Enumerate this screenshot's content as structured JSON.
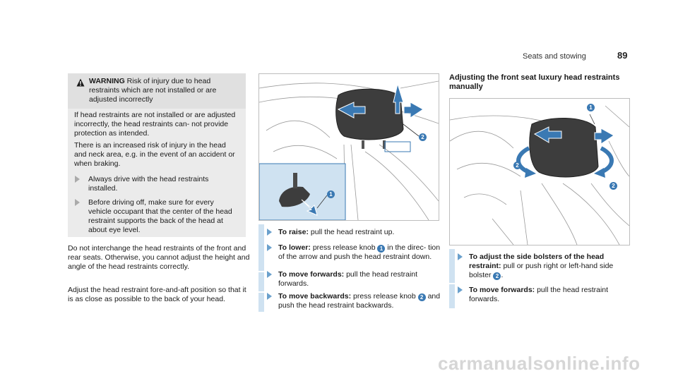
{
  "header": {
    "section": "Seats and stowing",
    "page": "89"
  },
  "warning": {
    "label": "WARNING",
    "title": "Risk of injury due to head restraints which are not installed or are adjusted incorrectly",
    "p1": "If head restraints are not installed or are adjusted incorrectly, the head restraints can- not provide protection as intended.",
    "p2": "There is an increased risk of injury in the head and neck area, e.g. in the event of an accident or when braking.",
    "bullets": [
      "Always drive with the head restraints installed.",
      "Before driving off, make sure for every vehicle occupant that the center of the head restraint supports the back of the head at about eye level."
    ]
  },
  "body": {
    "p1": "Do not interchange the head restraints of the front and rear seats. Otherwise, you cannot adjust the height and angle of the head restraints correctly.",
    "p2": "Adjust the head restraint fore-and-aft position so that it is as close as possible to the back of your head."
  },
  "mid": {
    "figure": {
      "badge1": "1",
      "badge2": "2"
    },
    "steps": [
      {
        "label": "To raise:",
        "text": "pull the head restraint up."
      },
      {
        "label": "To lower:",
        "text_a": "press release knob",
        "badge": "1",
        "text_b": "in the direc- tion of the arrow and push the head restraint down."
      },
      {
        "label": "To move forwards:",
        "text": "pull the head restraint forwards."
      },
      {
        "label": "To move backwards:",
        "text_a": "press release knob",
        "badge": "2",
        "text_b": "and push the head restraint backwards."
      }
    ]
  },
  "right": {
    "title": "Adjusting the front seat luxury head restraints manually",
    "figure": {
      "badge1": "1",
      "badge2a": "2",
      "badge2b": "2"
    },
    "steps": [
      {
        "label": "To adjust the side bolsters of the head restraint:",
        "text_a": "pull or push right or left-hand side bolster",
        "badge": "2",
        "text_b": "."
      },
      {
        "label": "To move forwards:",
        "text": "pull the head restraint forwards."
      }
    ]
  },
  "watermark": "carmanualsonline.info",
  "colors": {
    "accent_blue": "#3a79b3",
    "bar_blue": "#cfe2f1",
    "inset_blue": "#cfe2f1",
    "warning_bg": "#ebebeb"
  }
}
